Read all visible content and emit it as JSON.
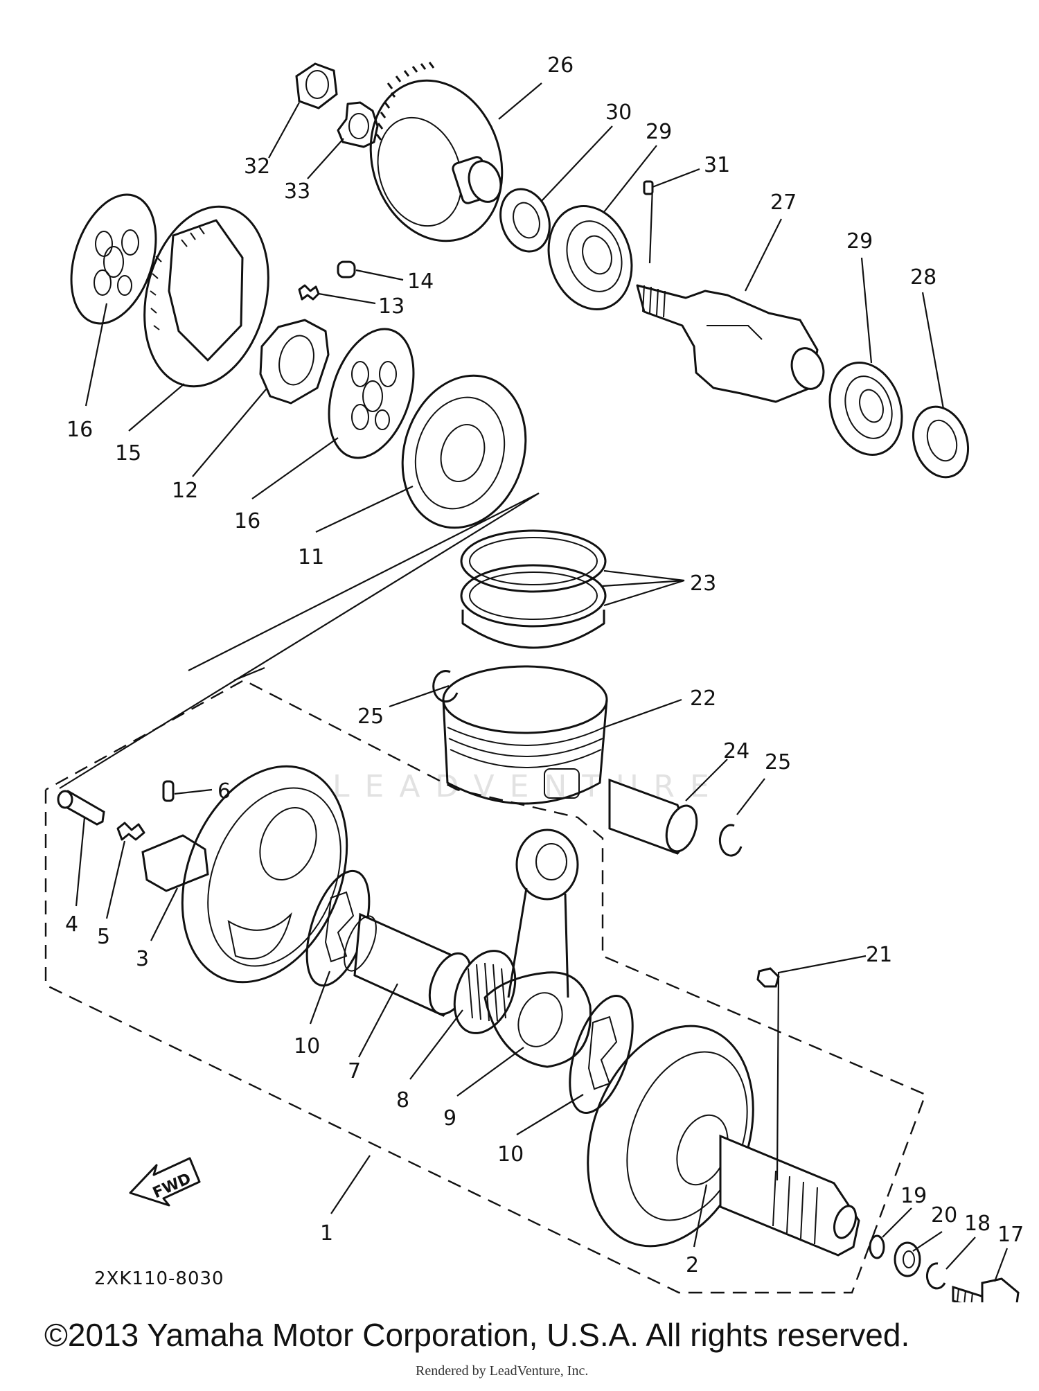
{
  "diagram": {
    "drawing_code": "2XK110-8030",
    "fwd_label": "FWD",
    "watermark": "LEADVENTURE",
    "callouts": [
      {
        "id": "c32",
        "label": "32"
      },
      {
        "id": "c33",
        "label": "33"
      },
      {
        "id": "c26",
        "label": "26"
      },
      {
        "id": "c30",
        "label": "30"
      },
      {
        "id": "c29a",
        "label": "29"
      },
      {
        "id": "c31",
        "label": "31"
      },
      {
        "id": "c27",
        "label": "27"
      },
      {
        "id": "c29b",
        "label": "29"
      },
      {
        "id": "c28",
        "label": "28"
      },
      {
        "id": "c14",
        "label": "14"
      },
      {
        "id": "c13",
        "label": "13"
      },
      {
        "id": "c16a",
        "label": "16"
      },
      {
        "id": "c15",
        "label": "15"
      },
      {
        "id": "c12",
        "label": "12"
      },
      {
        "id": "c16b",
        "label": "16"
      },
      {
        "id": "c11",
        "label": "11"
      },
      {
        "id": "c23",
        "label": "23"
      },
      {
        "id": "c25a",
        "label": "25"
      },
      {
        "id": "c22",
        "label": "22"
      },
      {
        "id": "c24",
        "label": "24"
      },
      {
        "id": "c25b",
        "label": "25"
      },
      {
        "id": "c6",
        "label": "6"
      },
      {
        "id": "c4",
        "label": "4"
      },
      {
        "id": "c5",
        "label": "5"
      },
      {
        "id": "c3",
        "label": "3"
      },
      {
        "id": "c10a",
        "label": "10"
      },
      {
        "id": "c7",
        "label": "7"
      },
      {
        "id": "c8",
        "label": "8"
      },
      {
        "id": "c9",
        "label": "9"
      },
      {
        "id": "c21",
        "label": "21"
      },
      {
        "id": "c10b",
        "label": "10"
      },
      {
        "id": "c1",
        "label": "1"
      },
      {
        "id": "c2",
        "label": "2"
      },
      {
        "id": "c19",
        "label": "19"
      },
      {
        "id": "c20",
        "label": "20"
      },
      {
        "id": "c18",
        "label": "18"
      },
      {
        "id": "c17",
        "label": "17"
      }
    ]
  },
  "footer": {
    "copyright": "©2013 Yamaha Motor Corporation, U.S.A. All rights reserved.",
    "rendered_by": "Rendered by LeadVenture, Inc."
  }
}
